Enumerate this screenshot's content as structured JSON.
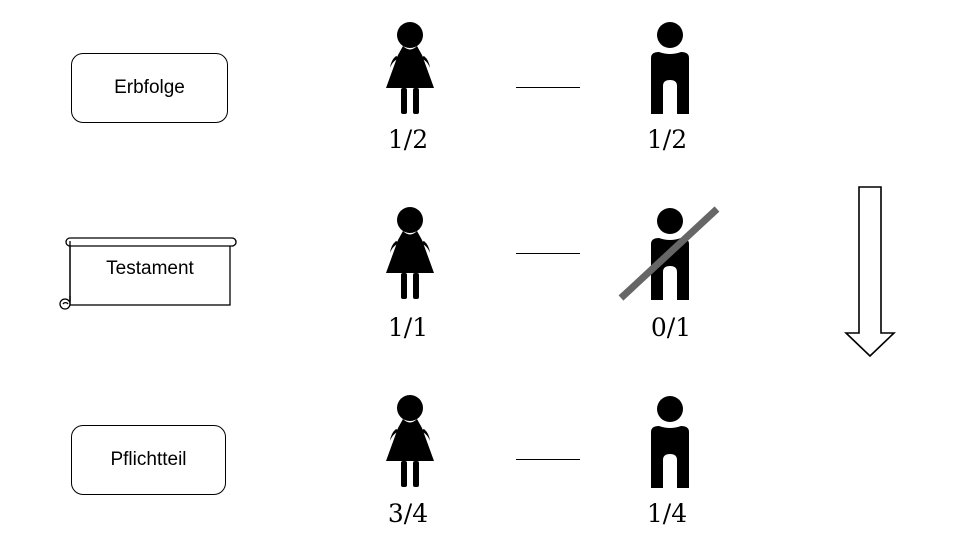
{
  "rows": [
    {
      "label": "Erbfolge",
      "left_share": "1/2",
      "right_share": "1/2",
      "right_crossed": false
    },
    {
      "label": "Testament",
      "left_share": "1/1",
      "right_share": "0/1",
      "right_crossed": true
    },
    {
      "label": "Pflichtteil",
      "left_share": "3/4",
      "right_share": "1/4",
      "right_crossed": false
    }
  ],
  "icons": {
    "left_person": "woman-icon",
    "right_person": "man-icon",
    "strike": "strike-through-line",
    "arrow": "arrow-down-icon"
  },
  "colors": {
    "figure": "#000000",
    "strike": "#666666"
  }
}
